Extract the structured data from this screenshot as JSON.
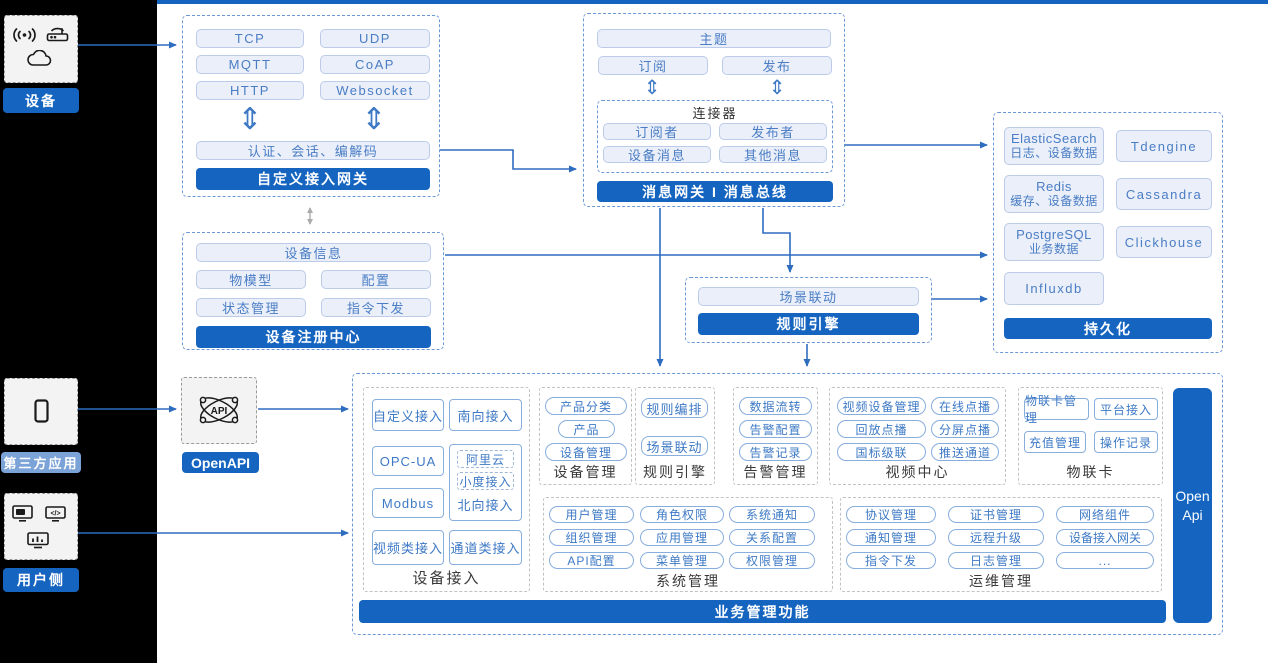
{
  "left_rail": {
    "device": {
      "label": "设备",
      "icons": [
        "broadcast-icon",
        "router-icon",
        "cloud-icon"
      ]
    },
    "third_party": {
      "label": "第三方应用",
      "icons": [
        "phone-icon"
      ]
    },
    "user_side": {
      "label": "用户侧",
      "icons": [
        "app-window-icon",
        "code-window-icon",
        "chart-monitor-icon"
      ]
    }
  },
  "custom_gateway": {
    "protocols": [
      "TCP",
      "UDP",
      "MQTT",
      "CoAP",
      "HTTP",
      "Websocket"
    ],
    "auth_bar": "认证、会话、编解码",
    "title": "自定义接入网关"
  },
  "device_registry": {
    "device_info": "设备信息",
    "items": [
      "物模型",
      "配置",
      "状态管理",
      "指令下发"
    ],
    "title": "设备注册中心"
  },
  "message_bus": {
    "topic": "主题",
    "subscribe": "订阅",
    "publish": "发布",
    "connector": {
      "label": "连接器",
      "items": [
        "订阅者",
        "发布者",
        "设备消息",
        "其他消息"
      ]
    },
    "title": "消息网关 I 消息总线"
  },
  "rule_engine_box": {
    "scene": "场景联动",
    "title": "规则引擎"
  },
  "persistence": {
    "title": "持久化",
    "stores": [
      {
        "name": "ElasticSearch",
        "desc": "日志、设备数据"
      },
      {
        "name": "Tdengine",
        "desc": ""
      },
      {
        "name": "Redis",
        "desc": "缓存、设备数据"
      },
      {
        "name": "Cassandra",
        "desc": ""
      },
      {
        "name": "PostgreSQL",
        "desc": "业务数据"
      },
      {
        "name": "Clickhouse",
        "desc": ""
      },
      {
        "name": "Influxdb",
        "desc": ""
      }
    ]
  },
  "openapi": {
    "label": "OpenAPI"
  },
  "business": {
    "title": "业务管理功能",
    "open_api_bar": {
      "line1": "Open",
      "line2": "Api"
    },
    "device_access": {
      "label": "设备接入",
      "items": [
        "自定义接入",
        "南向接入",
        "OPC-UA",
        "Modbus",
        "视频类接入",
        "通道类接入"
      ],
      "north": {
        "label": "北向接入",
        "sub": [
          "阿里云",
          "小度接入"
        ]
      }
    },
    "device_mgmt": {
      "label": "设备管理",
      "items": [
        "产品分类",
        "产品",
        "设备管理"
      ]
    },
    "rule_engine": {
      "label": "规则引擎",
      "items": [
        "规则编排",
        "场景联动"
      ]
    },
    "alarm": {
      "label": "告警管理",
      "items": [
        "数据流转",
        "告警配置",
        "告警记录"
      ]
    },
    "video": {
      "label": "视频中心",
      "items": [
        "视频设备管理",
        "在线点播",
        "回放点播",
        "分屏点播",
        "国标级联",
        "推送通道"
      ]
    },
    "iot_card": {
      "label": "物联卡",
      "items": [
        "物联卡管理",
        "平台接入",
        "充值管理",
        "操作记录"
      ]
    },
    "system": {
      "label": "系统管理",
      "items": [
        "用户管理",
        "角色权限",
        "系统通知",
        "组织管理",
        "应用管理",
        "关系配置",
        "API配置",
        "菜单管理",
        "权限管理"
      ]
    },
    "ops": {
      "label": "运维管理",
      "items": [
        "协议管理",
        "证书管理",
        "网络组件",
        "通知管理",
        "远程升级",
        "设备接入网关",
        "指令下发",
        "日志管理",
        "..."
      ]
    }
  },
  "icons": {
    "double_arrow": "⇕"
  },
  "colors": {
    "accent": "#1565c0",
    "arrow": "#2e6cc0",
    "third_party_label_bg": "#7ba3d8"
  }
}
